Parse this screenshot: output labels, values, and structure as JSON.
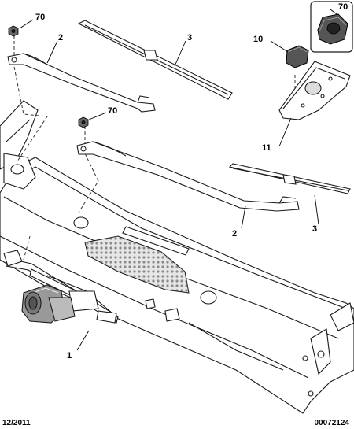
{
  "callouts": {
    "nut_top_left": "70",
    "arm_left": "2",
    "blade_top": "3",
    "nut_inset": "70",
    "cap": "10",
    "nut_mid": "70",
    "bracket": "11",
    "arm_right": "2",
    "blade_right": "3",
    "motor": "1"
  },
  "footer": {
    "date": "12/2011",
    "reference": "00072124"
  }
}
